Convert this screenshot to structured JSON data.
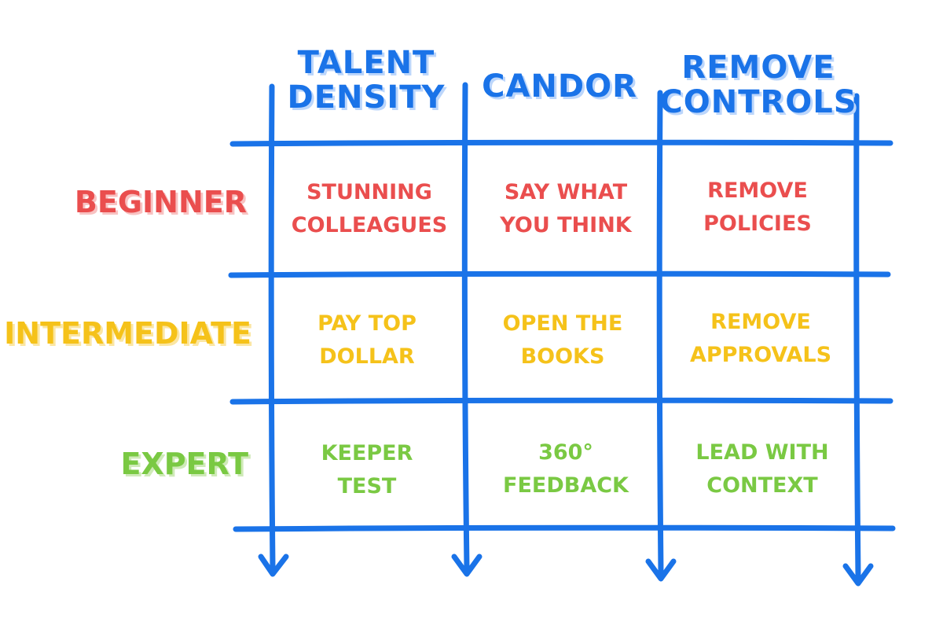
{
  "columns": [
    {
      "label": "TALENT\nDENSITY"
    },
    {
      "label": "CANDOR"
    },
    {
      "label": "REMOVE\nCONTROLS"
    }
  ],
  "rows": [
    {
      "label": "BEGINNER",
      "color": "#ea4e4e",
      "cells": [
        "STUNNING\nCOLLEAGUES",
        "SAY WHAT\nYOU THINK",
        "REMOVE\nPOLICIES"
      ]
    },
    {
      "label": "INTERMEDIATE",
      "color": "#f5c21a",
      "cells": [
        "PAY TOP\nDOLLAR",
        "OPEN THE\nBOOKS",
        "REMOVE\nAPPROVALS"
      ]
    },
    {
      "label": "EXPERT",
      "color": "#7ac943",
      "cells": [
        "KEEPER\nTEST",
        "360°\nFEEDBACK",
        "LEAD WITH\nCONTEXT"
      ]
    }
  ],
  "colors": {
    "grid": "#1a73e8"
  },
  "icons": {
    "column_arrow": "arrow-down-icon"
  }
}
